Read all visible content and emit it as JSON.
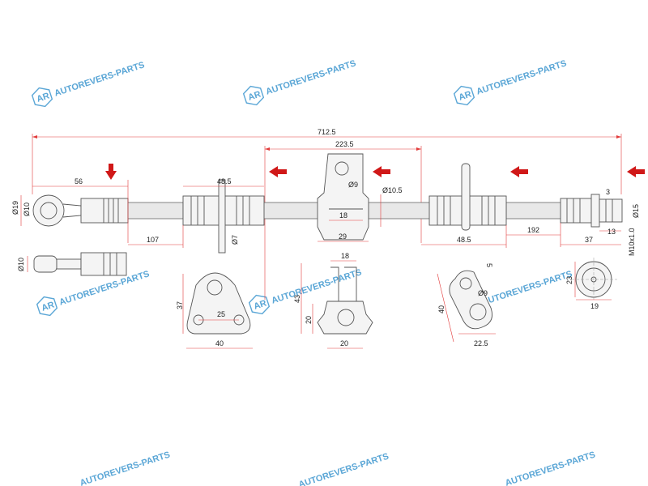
{
  "watermark": {
    "text": "AUTOREVERS-PARTS",
    "logo": "AR",
    "color": "#5aa6d6"
  },
  "colors": {
    "dimension_line": "#e23a3a",
    "arrow": "#d01818",
    "outline": "#555555"
  },
  "icons": {
    "arrow": "red-left-arrow-icon",
    "down_arrow": "red-down-arrow-icon"
  },
  "dimensions": {
    "overall": "712.5",
    "span_223": "223.5",
    "d56": "56",
    "d48_left": "48.5",
    "d107": "107",
    "d7": "Ø7",
    "d19": "Ø19",
    "d10a": "Ø10",
    "d10b": "Ø10",
    "d9_top": "Ø9",
    "d10_5": "Ø10.5",
    "d18_top": "18",
    "d29": "29",
    "d48_right": "48.5",
    "d192": "192",
    "d37_right": "37",
    "d3": "3",
    "d13": "13",
    "d15": "Ø15",
    "thread": "M10x1.0",
    "plate_h37": "37",
    "plate_25": "25",
    "plate_40": "40",
    "clip_18": "18",
    "clip_43": "43",
    "clip_20h": "20",
    "clip_20w": "20",
    "tab_5": "5",
    "tab_9": "Ø9",
    "tab_40": "40",
    "tab_22_5": "22.5",
    "end_23": "23",
    "end_19": "19"
  }
}
